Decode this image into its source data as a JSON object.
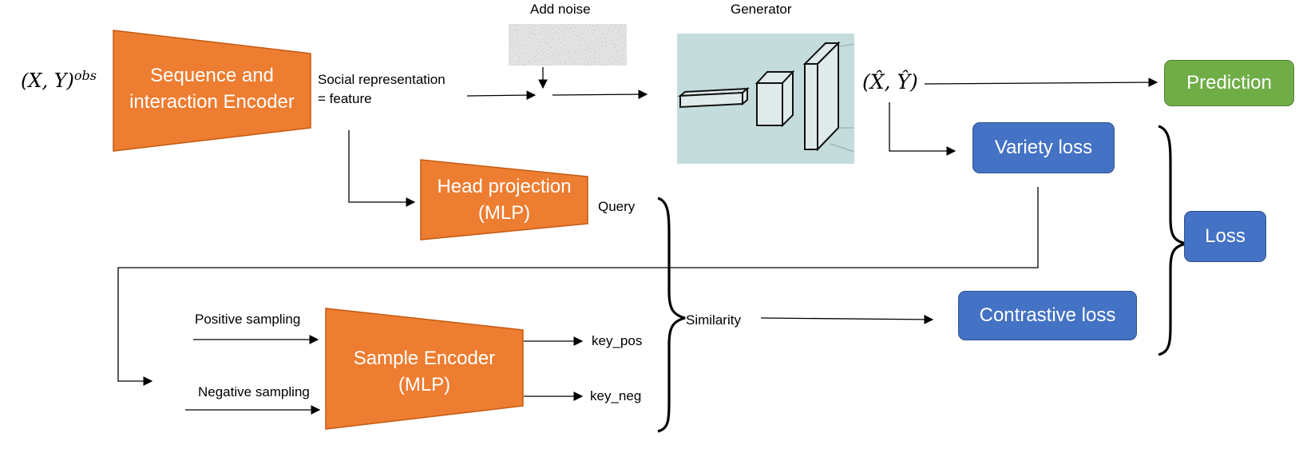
{
  "inputs": {
    "obs_label_base": "(X, Y)",
    "obs_label_sup": "obs"
  },
  "encoder": {
    "line1": "Sequence and",
    "line2": "interaction Encoder"
  },
  "social": {
    "line1": "Social representation",
    "line2": "= feature"
  },
  "noise": {
    "label": "Add noise"
  },
  "generator": {
    "label": "Generator"
  },
  "output": {
    "label": "(X̂, Ŷ)"
  },
  "prediction": {
    "label": "Prediction"
  },
  "head_projection": {
    "line1": "Head projection",
    "line2": "(MLP)"
  },
  "query": {
    "label": "Query"
  },
  "variety_loss": {
    "label": "Variety loss"
  },
  "loss": {
    "label": "Loss"
  },
  "contrastive_loss": {
    "label": "Contrastive loss"
  },
  "similarity": {
    "label": "Similarity"
  },
  "sampling": {
    "positive": "Positive sampling",
    "negative": "Negative sampling"
  },
  "sample_encoder": {
    "line1": "Sample Encoder",
    "line2": "(MLP)"
  },
  "keys": {
    "pos": "key_pos",
    "neg": "key_neg"
  },
  "colors": {
    "orange": "#ed7d31",
    "blue": "#4472c4",
    "green": "#70ad47",
    "generator_bg": "#c5dcdc"
  }
}
